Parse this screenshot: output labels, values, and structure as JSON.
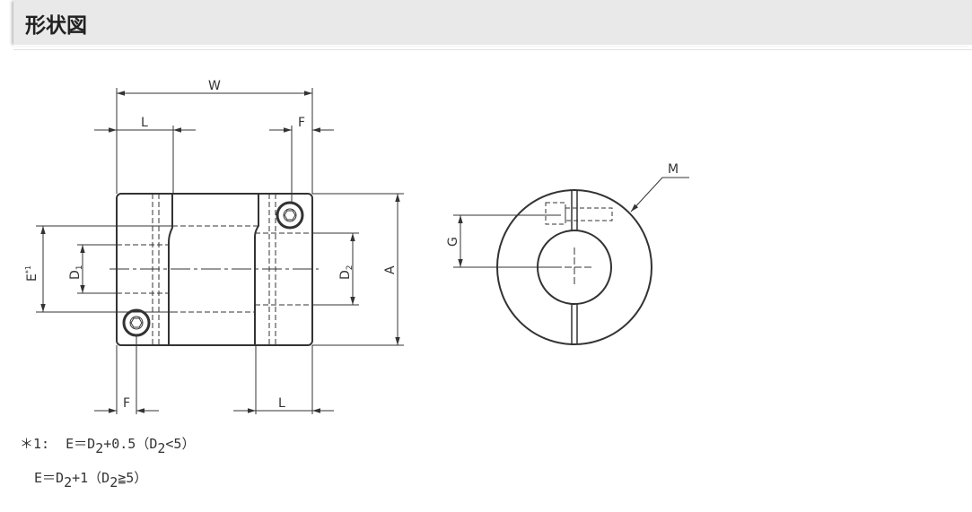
{
  "section": {
    "title": "形状図"
  },
  "diagram": {
    "labels": {
      "W": "W",
      "L_top": "L",
      "F_top": "F",
      "F_bottom": "F",
      "L_bottom": "L",
      "E": "E",
      "E_note": "*1",
      "D1": "D",
      "D1_sub": "1",
      "D2": "D",
      "D2_sub": "2",
      "A": "A",
      "G": "G",
      "M": "M"
    }
  },
  "notes": {
    "line1": {
      "prefix": "＊1:",
      "a": "E＝D",
      "a_sub": "2",
      "b": "+0.5（D",
      "b_sub": "2",
      "c": "<5）"
    },
    "line2": {
      "a": "E＝D",
      "a_sub": "2",
      "b": "+1（D",
      "b_sub": "2",
      "c": "≧5）"
    }
  }
}
